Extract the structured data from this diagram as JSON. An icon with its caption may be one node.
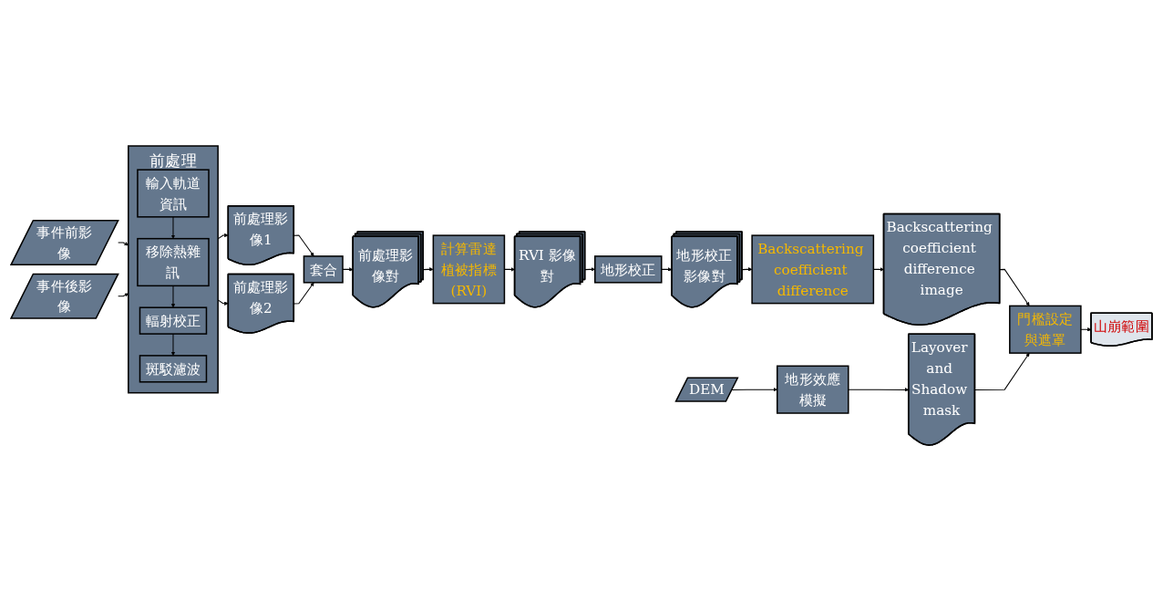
{
  "diagram": {
    "nodes": [
      {
        "text": [
          "事件前影像"
        ]
      },
      {
        "text": [
          "事件後影像"
        ]
      },
      {
        "text": [
          "前處理"
        ]
      },
      {
        "text": [
          "輸入軌道資訊"
        ],
        "in": 2
      },
      {
        "text": [
          "移除熱雜訊"
        ],
        "in": 2
      },
      {
        "text": [
          "輻射校正"
        ],
        "in": 2
      },
      {
        "text": [
          "斑駁濾波"
        ],
        "in": 2
      },
      {
        "text": [
          "前處理影像1"
        ]
      },
      {
        "text": [
          "前處理影像2"
        ]
      },
      {
        "text": [
          "套合"
        ]
      },
      {
        "text": [
          "前處理影像對"
        ]
      },
      {
        "text": [
          "計算雷達植被指標(RVI)"
        ]
      },
      {
        "text": [
          "RVI 影像對"
        ]
      },
      {
        "text": [
          "地形校正"
        ]
      },
      {
        "text": [
          "地形校正影像對"
        ]
      },
      {
        "text": [
          "Backscattering coefficient difference"
        ]
      },
      {
        "text": [
          "Backscattering coefficient difference image"
        ]
      },
      {
        "text": [
          "門檻設定與遮罩"
        ]
      },
      {
        "text": [
          "DEM"
        ]
      },
      {
        "text": [
          "地形效應模擬"
        ]
      },
      {
        "text": [
          "Layover and Shadow mask"
        ]
      },
      {
        "text": [
          "山崩範圍"
        ]
      }
    ],
    "edges": [
      {
        "from": 0,
        "to": 2,
        "arrow": "to"
      },
      {
        "from": 1,
        "to": 2,
        "arrow": "to"
      },
      {
        "from": 3,
        "to": 4,
        "arrow": "to"
      },
      {
        "from": 4,
        "to": 5,
        "arrow": "to"
      },
      {
        "from": 5,
        "to": 6,
        "arrow": "to"
      },
      {
        "from": 2,
        "to": 7,
        "arrow": "to"
      },
      {
        "from": 2,
        "to": 8,
        "arrow": "to"
      },
      {
        "from": 7,
        "to": 9,
        "arrow": "to"
      },
      {
        "from": 8,
        "to": 9,
        "arrow": "to"
      },
      {
        "from": 9,
        "to": 10,
        "arrow": "to"
      },
      {
        "from": 10,
        "to": 11,
        "arrow": "to"
      },
      {
        "from": 11,
        "to": 12,
        "arrow": "to"
      },
      {
        "from": 12,
        "to": 13,
        "arrow": "to"
      },
      {
        "from": 13,
        "to": 14,
        "arrow": "to"
      },
      {
        "from": 14,
        "to": 15,
        "arrow": "to"
      },
      {
        "from": 15,
        "to": 16,
        "arrow": "to"
      },
      {
        "from": 16,
        "to": 17,
        "arrow": "to"
      },
      {
        "from": 18,
        "to": 19,
        "arrow": "to"
      },
      {
        "from": 19,
        "to": 20,
        "arrow": "to"
      },
      {
        "from": 20,
        "to": 17,
        "arrow": "to"
      },
      {
        "from": 17,
        "to": 21,
        "arrow": "to"
      }
    ]
  }
}
